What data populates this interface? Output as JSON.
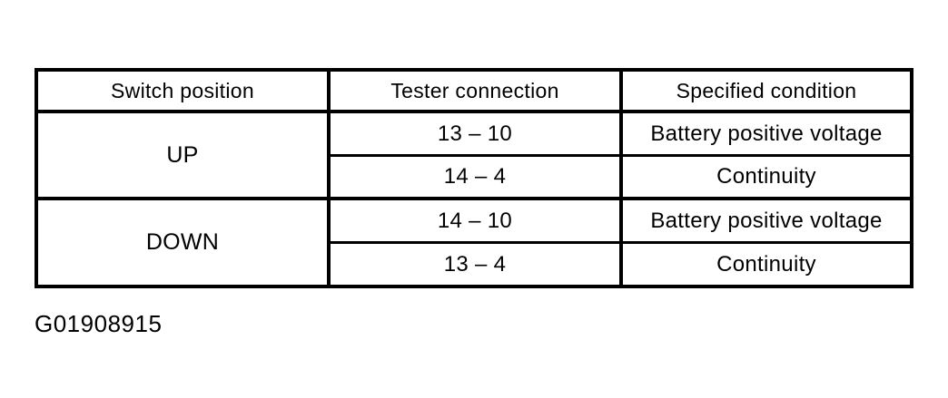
{
  "figure": {
    "id": "G01908915"
  },
  "colors": {
    "ink": "#000000",
    "paper": "#ffffff"
  },
  "table": {
    "headers": [
      "Switch position",
      "Tester connection",
      "Specified condition"
    ],
    "groups": [
      {
        "position": "UP",
        "rows": [
          {
            "tester_connection": "13 – 10",
            "specified_condition": "Battery positive voltage"
          },
          {
            "tester_connection": "14 – 4",
            "specified_condition": "Continuity"
          }
        ]
      },
      {
        "position": "DOWN",
        "rows": [
          {
            "tester_connection": "14 – 10",
            "specified_condition": "Battery positive voltage"
          },
          {
            "tester_connection": "13 – 4",
            "specified_condition": "Continuity"
          }
        ]
      }
    ]
  }
}
